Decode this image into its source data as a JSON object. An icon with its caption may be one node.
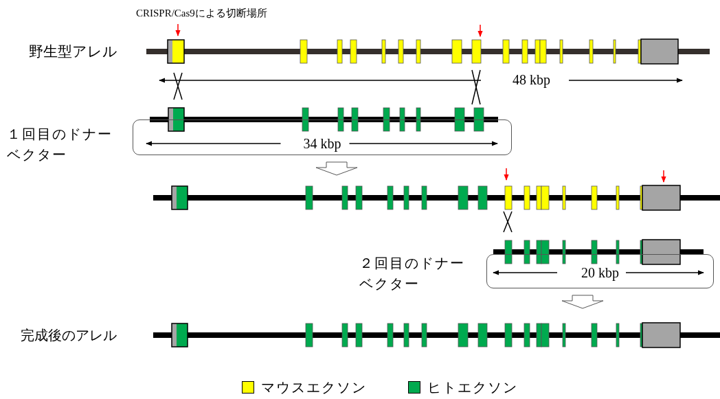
{
  "diagram": {
    "nodes": [
      {
        "text": [
          "34 kbp"
        ],
        "beside": [
          "１回目のドナーベクター"
        ]
      },
      {
        "text": [
          "20 kbp"
        ],
        "beside": [
          "２回目のドナーベクター"
        ]
      }
    ],
    "labels": [
      "CRISPR/Cas9による切断場所",
      "野生型アレル",
      "48 kbp",
      "完成後のアレル"
    ],
    "legend": [
      {
        "text": "マウスエクソン",
        "color": "#ffff00"
      },
      {
        "text": "ヒトエクソン",
        "color": "#00aa4f"
      }
    ]
  }
}
